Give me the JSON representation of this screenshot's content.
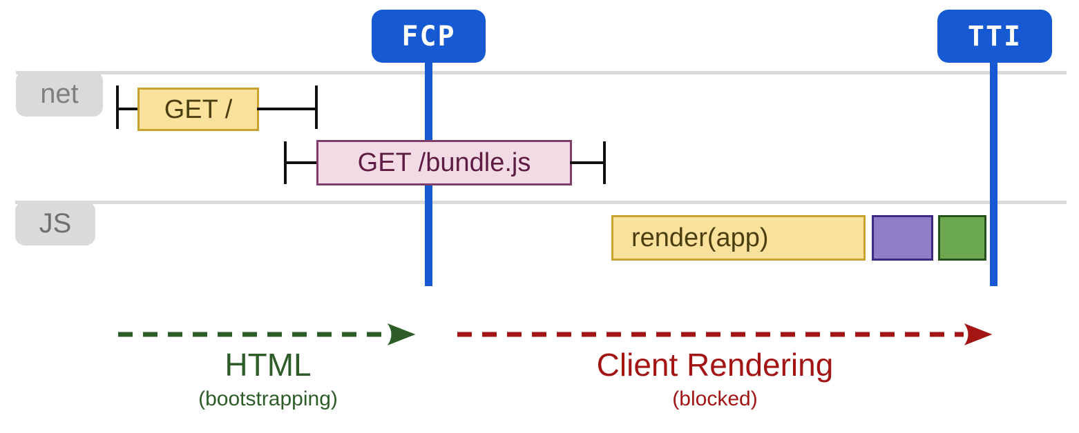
{
  "markers": {
    "fcp": {
      "label": "FCP"
    },
    "tti": {
      "label": "TTI"
    }
  },
  "lanes": {
    "net": {
      "label": "net"
    },
    "js": {
      "label": "JS"
    }
  },
  "events": {
    "get_root": {
      "label": "GET /"
    },
    "get_bundle": {
      "label": "GET /bundle.js"
    },
    "render_app": {
      "label": "render(app)"
    }
  },
  "phases": {
    "html": {
      "title": "HTML",
      "subtitle": "(bootstrapping)"
    },
    "client_rendering": {
      "title": "Client Rendering",
      "subtitle": "(blocked)"
    }
  },
  "colors": {
    "marker_blue": "#1659d2",
    "lane_gray": "#d9d9d9",
    "task_yellow_fill": "#fae29c",
    "task_yellow_border": "#c9a12e",
    "request_pink_fill": "#f2dbe5",
    "request_pink_border": "#7e3d68",
    "task_purple_fill": "#8f7ec6",
    "task_purple_border": "#3a2b80",
    "task_green_fill": "#6ba84f",
    "task_green_border": "#27511b",
    "phase_html_green": "#2d5c28",
    "phase_blocked_red": "#a31515"
  }
}
